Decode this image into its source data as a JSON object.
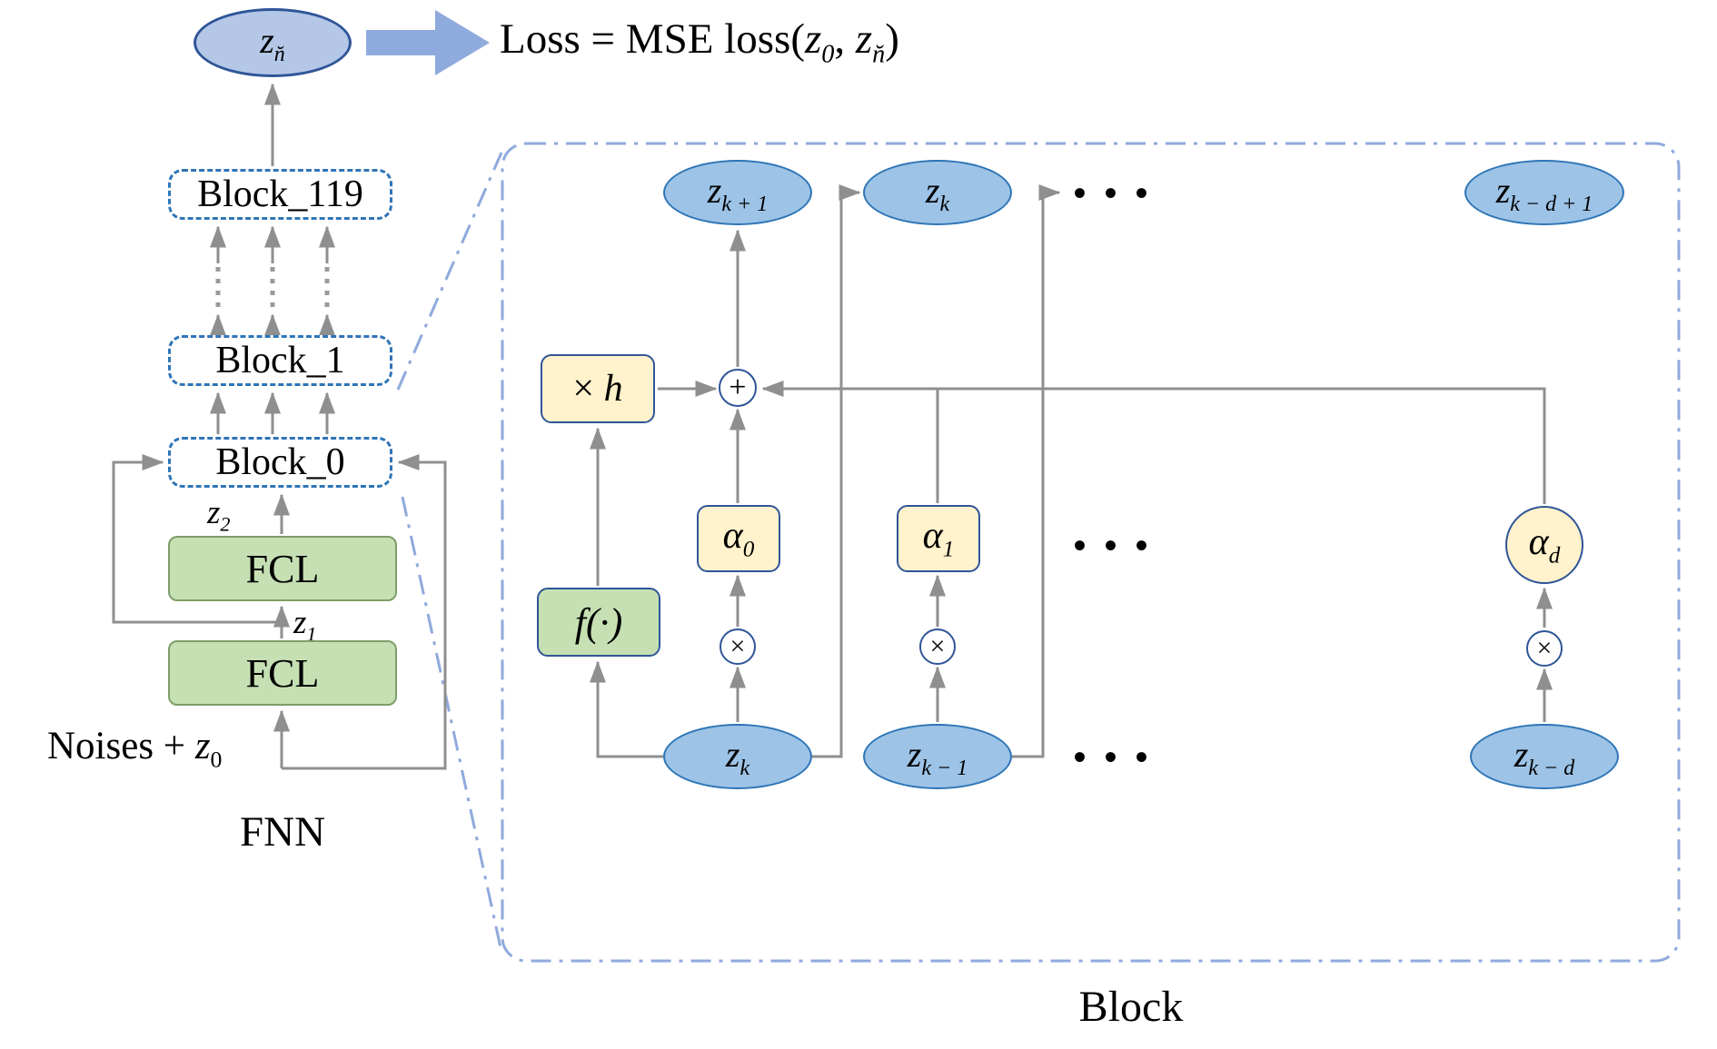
{
  "colors": {
    "node_blue_fill": "#9dc3e6",
    "output_node_fill": "#b4c7e7",
    "node_blue_border": "#2e75b6",
    "dark_blue_border": "#2f5597",
    "box_yellow_fill": "#fff2cc",
    "box_green_fill": "#c6e0b4",
    "light_blue_accent": "#8faadc",
    "line_gray": "#8f8f8f"
  },
  "left": {
    "output_node": {
      "base": "z",
      "sub": "n̆"
    },
    "loss": {
      "pre": "Loss = MSE loss(",
      "z0_base": "z",
      "z0_sub": "0",
      "sep": ", ",
      "zn_base": "z",
      "zn_sub": "n̆",
      "post": ")"
    },
    "blocks": [
      {
        "label": "Block_119"
      },
      {
        "label": "Block_1"
      },
      {
        "label": "Block_0"
      }
    ],
    "z2": {
      "base": "z",
      "sub": "2"
    },
    "z1": {
      "base": "z",
      "sub": "1"
    },
    "fcl_top": "FCL",
    "fcl_bottom": "FCL",
    "input": {
      "pre": "Noises + ",
      "base": "z",
      "sub": "0"
    },
    "caption": "FNN"
  },
  "block_detail": {
    "caption": "Block",
    "top_nodes": [
      {
        "base": "z",
        "sub": "k + 1"
      },
      {
        "base": "z",
        "sub": "k"
      },
      {
        "base": "z",
        "sub": "k − d + 1"
      }
    ],
    "bottom_nodes": [
      {
        "base": "z",
        "sub": "k"
      },
      {
        "base": "z",
        "sub": "k − 1"
      },
      {
        "base": "z",
        "sub": "k − d"
      }
    ],
    "scale_box": {
      "op": "×",
      "var": "h"
    },
    "f_box": "f(·)",
    "alphas": [
      {
        "base": "α",
        "sub": "0"
      },
      {
        "base": "α",
        "sub": "1"
      },
      {
        "base": "α",
        "sub": "d"
      }
    ],
    "plus_symbol": "+",
    "times_symbol": "×",
    "dots": "• • •"
  }
}
